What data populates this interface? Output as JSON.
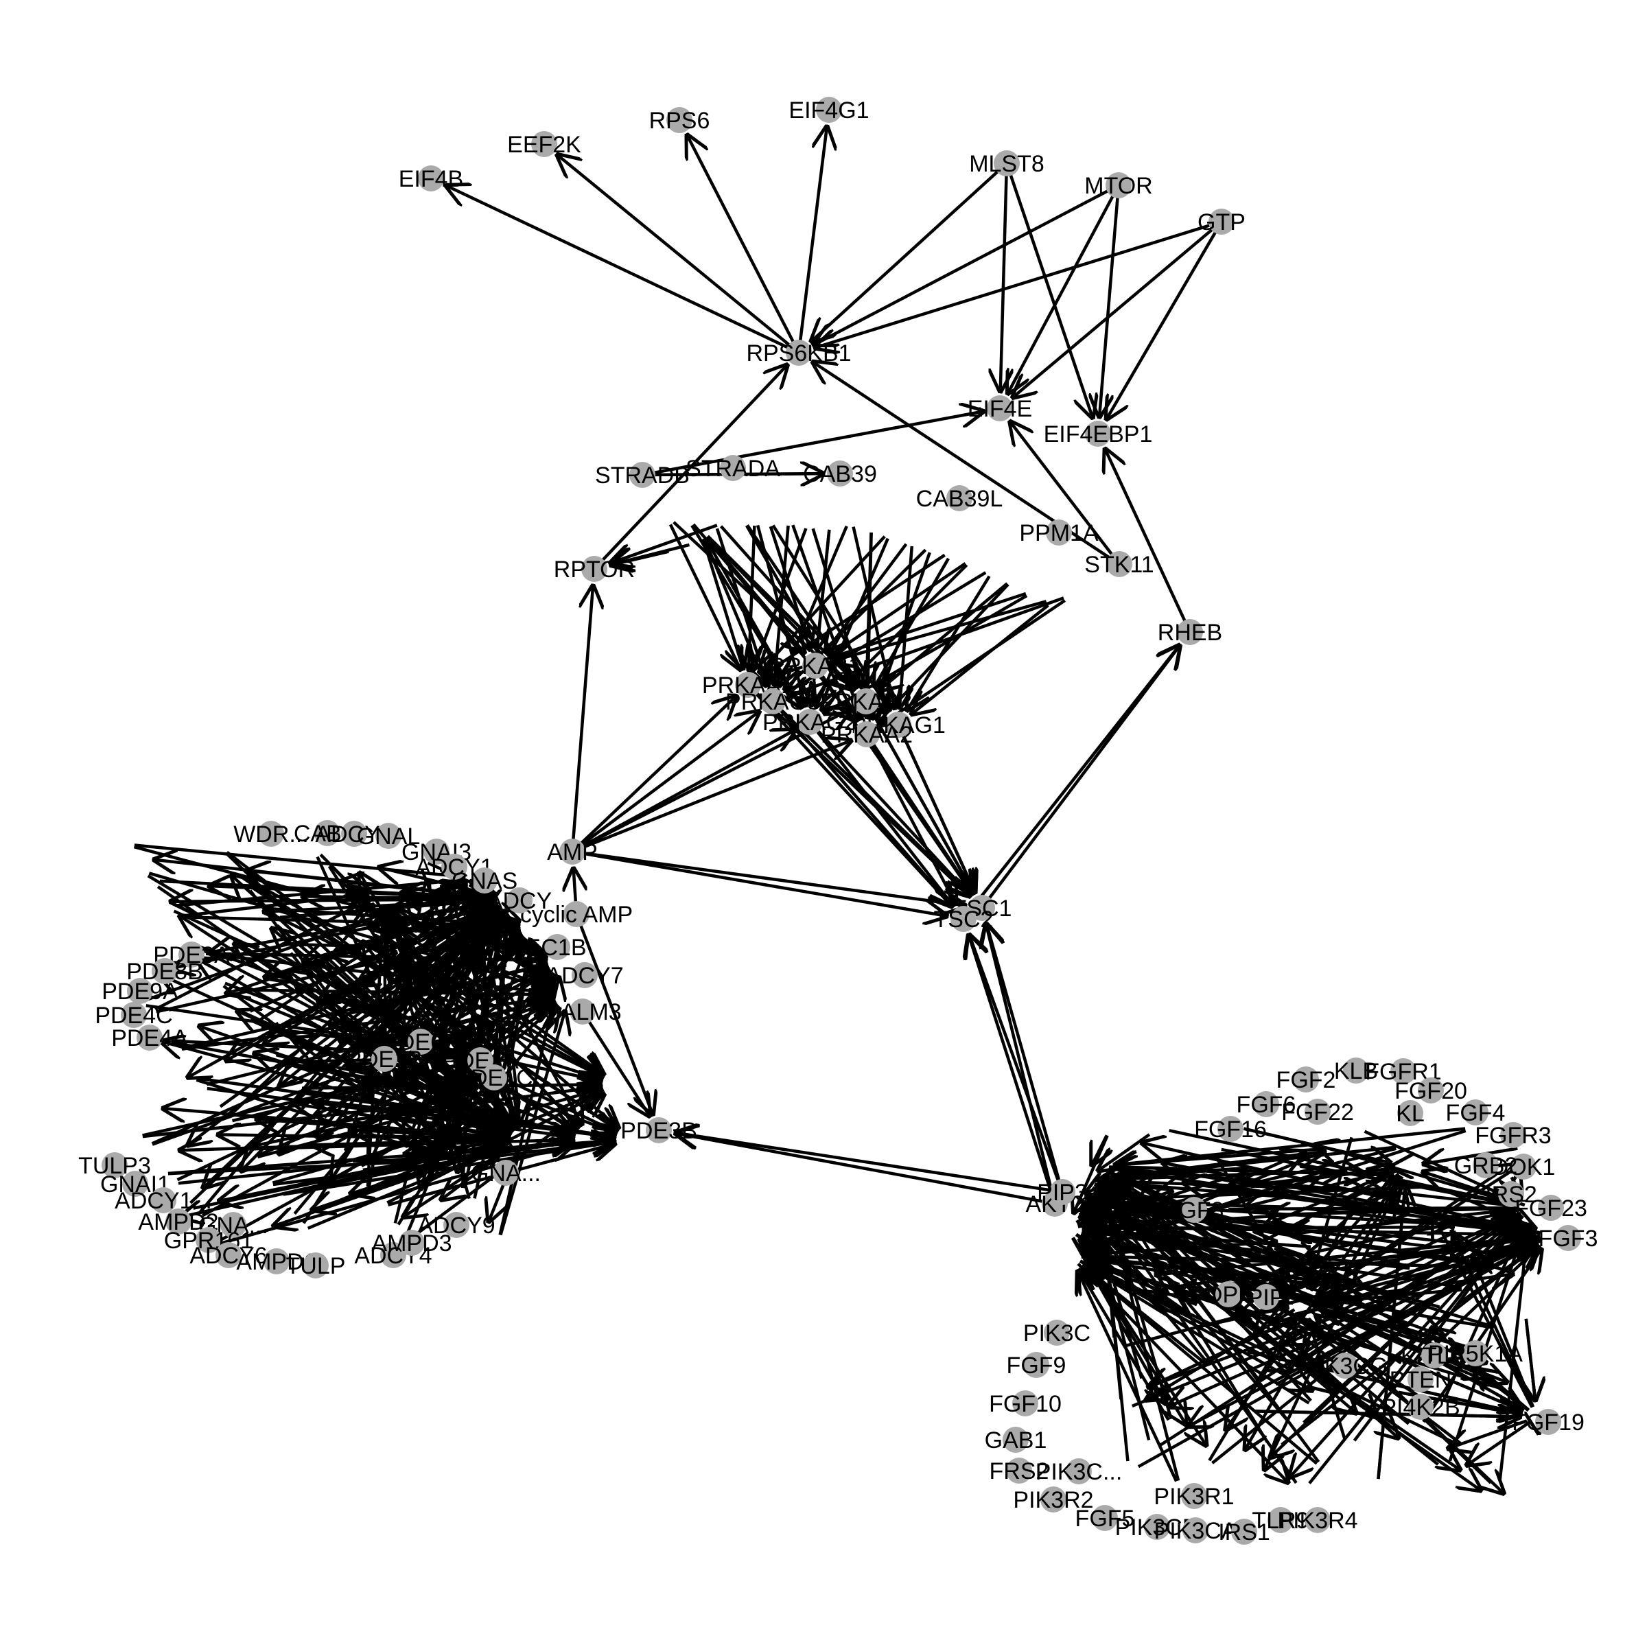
{
  "diagram": {
    "type": "directed-network",
    "node_color": "#aaaaaa",
    "edge_color": "#000000",
    "nodes": [
      {
        "id": "EIF4B",
        "label": "EIF4B"
      },
      {
        "id": "EEF2K",
        "label": "EEF2K"
      },
      {
        "id": "RPS6",
        "label": "RPS6"
      },
      {
        "id": "EIF4G1",
        "label": "EIF4G1"
      },
      {
        "id": "MLST8",
        "label": "MLST8"
      },
      {
        "id": "MTOR",
        "label": "MTOR"
      },
      {
        "id": "GTP",
        "label": "GTP"
      },
      {
        "id": "RPS6KB1",
        "label": "RPS6KB1"
      },
      {
        "id": "EIF4E",
        "label": "EIF4E"
      },
      {
        "id": "EIF4EBP1",
        "label": "EIF4EBP1"
      },
      {
        "id": "STRADB",
        "label": "STRADB"
      },
      {
        "id": "STRADA",
        "label": "STRADA"
      },
      {
        "id": "CAB39",
        "label": "CAB39"
      },
      {
        "id": "CAB39L",
        "label": "CAB39L"
      },
      {
        "id": "PPM1A",
        "label": "PPM1A"
      },
      {
        "id": "STK11",
        "label": "STK11"
      },
      {
        "id": "RPTOR",
        "label": "RPTOR"
      },
      {
        "id": "RHEB",
        "label": "RHEB"
      },
      {
        "id": "PRKAA1",
        "label": "PRKAA1"
      },
      {
        "id": "PRKAB1",
        "label": "PRKAB1"
      },
      {
        "id": "PRKAG3",
        "label": "PRKAG3"
      },
      {
        "id": "PRKAB2",
        "label": "PRKAB2"
      },
      {
        "id": "PRKAG2",
        "label": "PRKAG2"
      },
      {
        "id": "PRKAG1",
        "label": "PRKAG1"
      },
      {
        "id": "PRKAA2",
        "label": "PRKAA2"
      },
      {
        "id": "AMP",
        "label": "AMP"
      },
      {
        "id": "TSC1",
        "label": "TSC1"
      },
      {
        "id": "TSC2",
        "label": "TSC2"
      },
      {
        "id": "cAMP",
        "label": "cyclic AMP"
      },
      {
        "id": "PDE3B",
        "label": "PDE3B"
      },
      {
        "id": "AKT2",
        "label": "AKT2"
      },
      {
        "id": "PIP3",
        "label": "PIP3"
      },
      {
        "id": "FGF19",
        "label": "FGF19"
      },
      {
        "id": "WDR",
        "label": "WDR..."
      },
      {
        "id": "CAB",
        "label": "CAB..."
      },
      {
        "id": "ADCY8",
        "label": "ADCY8"
      },
      {
        "id": "GNAL",
        "label": "GNAL"
      },
      {
        "id": "GNAI3",
        "label": "GNAI3"
      },
      {
        "id": "ADCY1",
        "label": "ADCY1"
      },
      {
        "id": "GNAS",
        "label": "GNAS"
      },
      {
        "id": "ADCY",
        "label": "ADCY"
      },
      {
        "id": "PDE5C1B",
        "label": "5C1B"
      },
      {
        "id": "ADCY7",
        "label": "ADCY7"
      },
      {
        "id": "CALM3",
        "label": "CALM3"
      },
      {
        "id": "PDE1A",
        "label": "PDE1A"
      },
      {
        "id": "PDE1C",
        "label": "PDE1C"
      },
      {
        "id": "PDE3A",
        "label": "PDE3A"
      },
      {
        "id": "PDE8B",
        "label": "PDE8B"
      },
      {
        "id": "PDE9A",
        "label": "PDE9A"
      },
      {
        "id": "PDE4C",
        "label": "PDE4C"
      },
      {
        "id": "PDE4A",
        "label": "PDE4A"
      },
      {
        "id": "PDE6B",
        "label": "PDE6B"
      },
      {
        "id": "PDE1B",
        "label": "PDE1B"
      },
      {
        "id": "TULP3",
        "label": "TULP3"
      },
      {
        "id": "GNAI1",
        "label": "GNAI1"
      },
      {
        "id": "ADCY10",
        "label": "ADCY1..."
      },
      {
        "id": "AMPD2",
        "label": "AMPD2"
      },
      {
        "id": "GNAQ",
        "label": "GNA..."
      },
      {
        "id": "GPR161",
        "label": "GPR161"
      },
      {
        "id": "ADCY6",
        "label": "ADCY6"
      },
      {
        "id": "AMPD1",
        "label": "AMPD1"
      },
      {
        "id": "TULP",
        "label": "TULP"
      },
      {
        "id": "ADCY9",
        "label": "ADCY9"
      },
      {
        "id": "ADCY4",
        "label": "ADCY4"
      },
      {
        "id": "AMPD3",
        "label": "AMPD3"
      },
      {
        "id": "GNAO",
        "label": "GNA..."
      },
      {
        "id": "FGF2",
        "label": "FGF2"
      },
      {
        "id": "KLB",
        "label": "KLB"
      },
      {
        "id": "FGFR1",
        "label": "FGFR1"
      },
      {
        "id": "FGF20",
        "label": "FGF20"
      },
      {
        "id": "FGF6",
        "label": "FGF6"
      },
      {
        "id": "FGF22",
        "label": "FGF22"
      },
      {
        "id": "KL",
        "label": "KL"
      },
      {
        "id": "FGF4",
        "label": "FGF4"
      },
      {
        "id": "FGF16",
        "label": "FGF16"
      },
      {
        "id": "FGFR3",
        "label": "FGFR3"
      },
      {
        "id": "DOK1",
        "label": "DOK1"
      },
      {
        "id": "GRB2",
        "label": "GRB2"
      },
      {
        "id": "IRS2",
        "label": "IRS2"
      },
      {
        "id": "FGF23",
        "label": "FGF23"
      },
      {
        "id": "FGF3",
        "label": "FGF3"
      },
      {
        "id": "FGF8",
        "label": "FGF8"
      },
      {
        "id": "PDPK1",
        "label": "PDPK1"
      },
      {
        "id": "PIP",
        "label": "PIP"
      },
      {
        "id": "PIK3C",
        "label": "PIK3C"
      },
      {
        "id": "FGF9",
        "label": "FGF9"
      },
      {
        "id": "FGF10",
        "label": "FGF10"
      },
      {
        "id": "GAB1",
        "label": "GAB1"
      },
      {
        "id": "FRS2",
        "label": "FRS2"
      },
      {
        "id": "PIK3CB",
        "label": "PIK3C..."
      },
      {
        "id": "PIK3R2",
        "label": "PIK3R2"
      },
      {
        "id": "FGF5",
        "label": "FGF5"
      },
      {
        "id": "PIK3CD",
        "label": "PIK3CD"
      },
      {
        "id": "PIK3CA",
        "label": "PIK3CA"
      },
      {
        "id": "IRS1",
        "label": "IRS1"
      },
      {
        "id": "TLR9",
        "label": "TLR9"
      },
      {
        "id": "PIK3R4",
        "label": "PIK3R4"
      },
      {
        "id": "PIK3R1",
        "label": "PIK3R1"
      },
      {
        "id": "KITLG",
        "label": "KITLG"
      },
      {
        "id": "PTEN",
        "label": "PTEN"
      },
      {
        "id": "PIK3CG",
        "label": "PIK3CG"
      },
      {
        "id": "PIP5K1A",
        "label": "PIP5K1A"
      },
      {
        "id": "PI4K2B",
        "label": "PI4K2B"
      }
    ]
  }
}
